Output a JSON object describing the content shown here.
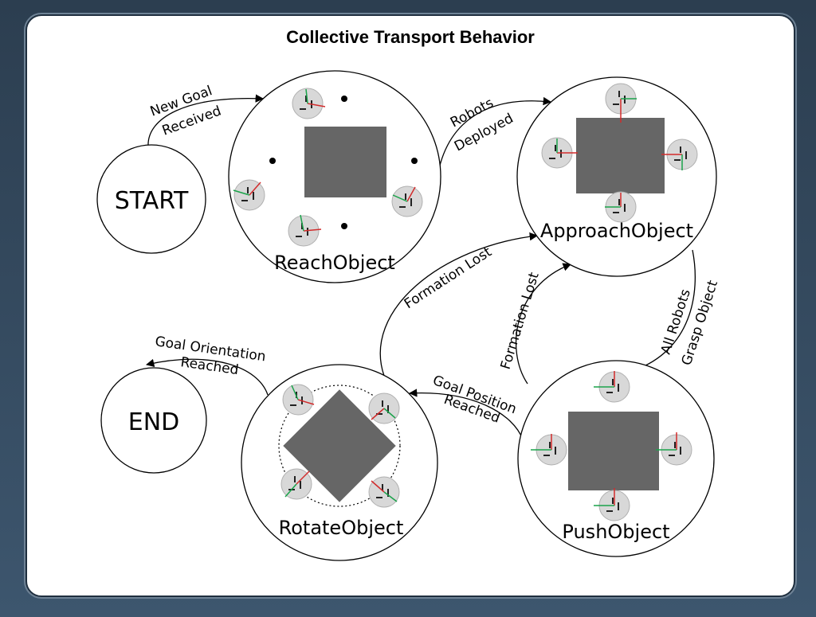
{
  "title": "Collective Transport Behavior",
  "nodes": {
    "start": "START",
    "end": "END",
    "reach": "ReachObject",
    "approach": "ApproachObject",
    "push": "PushObject",
    "rotate": "RotateObject"
  },
  "edges": {
    "new_goal_1": "New Goal",
    "new_goal_2": "Received",
    "deployed_1": "Robots",
    "deployed_2": "Deployed",
    "grasp_1": "All Robots",
    "grasp_2": "Grasp Object",
    "goal_pos_1": "Goal Position",
    "goal_pos_2": "Reached",
    "formation_lost_a": "Formation Lost",
    "formation_lost_b": "Formation Lost",
    "goal_orient_1": "Goal Orientation",
    "goal_orient_2": "Reached"
  },
  "colors": {
    "object": "#666666",
    "robot": "#d8d8d8",
    "axis_red": "#d22b2b",
    "axis_green": "#1aa34a"
  }
}
